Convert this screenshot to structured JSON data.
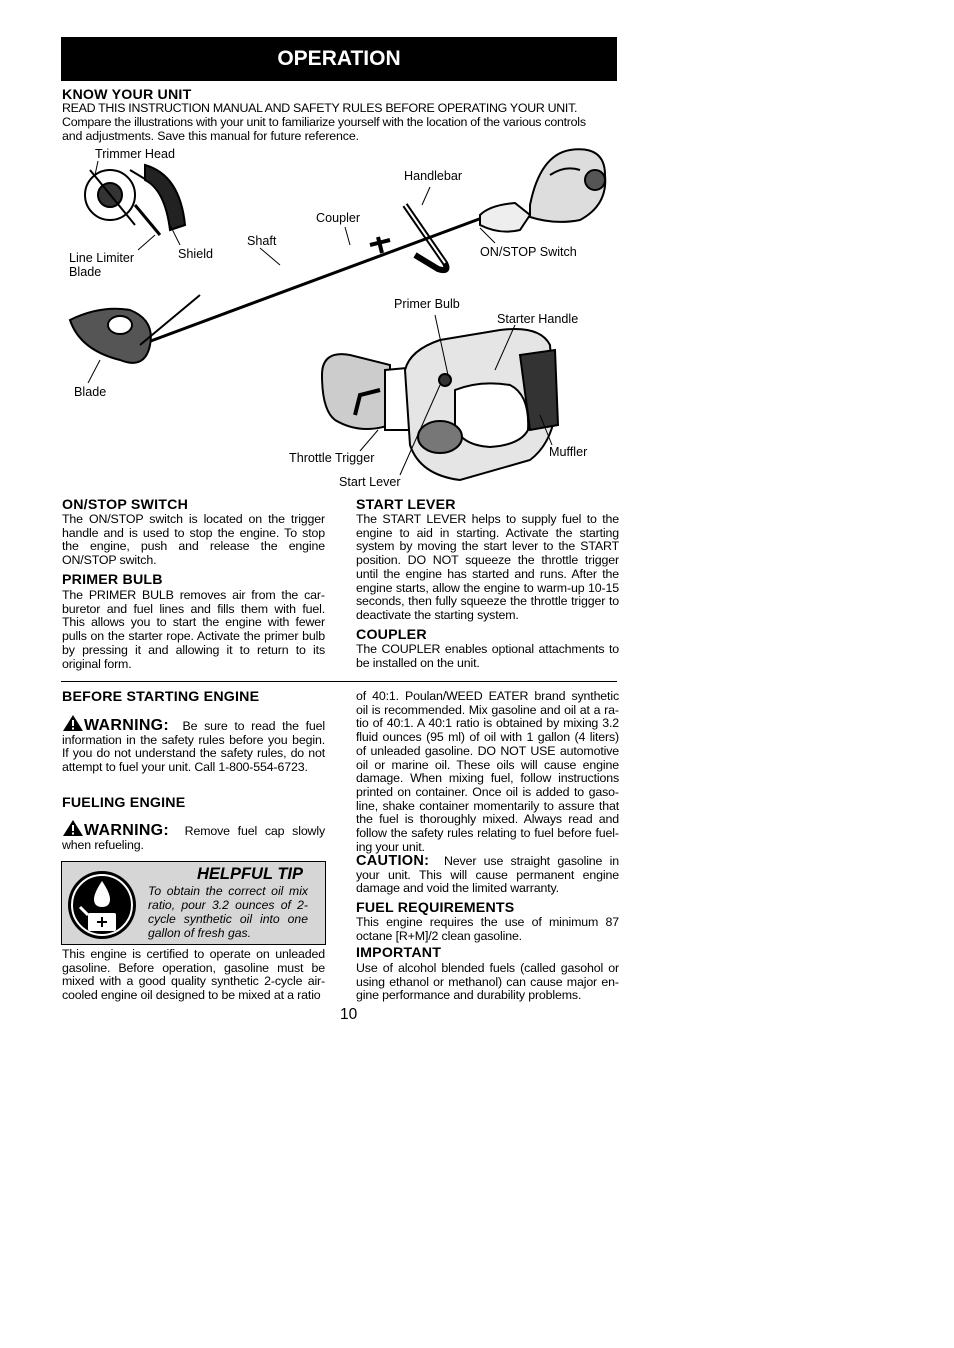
{
  "section_title": "OPERATION",
  "know_your_unit": {
    "heading": "KNOW YOUR UNIT",
    "line1": "READ THIS INSTRUCTION MANUAL AND SAFETY RULES BEFORE OPERATING YOUR UNIT.",
    "line2": "Compare the illustrations with your unit to familiarize yourself with the location of the various controls",
    "line3": "and adjustments. Save this manual for future reference."
  },
  "diagram_labels": {
    "trimmer_head": "Trimmer Head",
    "handlebar": "Handlebar",
    "coupler": "Coupler",
    "shaft": "Shaft",
    "on_stop_switch": "ON/STOP Switch",
    "line_limiter_blade_1": "Line Limiter",
    "line_limiter_blade_2": "Blade",
    "shield": "Shield",
    "primer_bulb": "Primer Bulb",
    "starter_handle": "Starter Handle",
    "blade": "Blade",
    "throttle_trigger": "Throttle Trigger",
    "muffler": "Muffler",
    "start_lever": "Start Lever"
  },
  "on_stop_switch": {
    "heading": "ON/STOP SWITCH",
    "text": "The ON/STOP switch is located on the trigger handle and is used to stop the engine. To stop the engine, push and release the engine ON/STOP switch."
  },
  "primer_bulb": {
    "heading": "PRIMER BULB",
    "text": "The PRIMER BULB removes air from the car­buretor and fuel lines and fills them with fuel. This allows you to start the engine with fewer pulls on the starter rope. Activate the primer bulb by pressing it and allowing it to return to its original form."
  },
  "start_lever": {
    "heading": "START LEVER",
    "text": "The START LEVER helps to supply fuel to the engine to aid in starting. Activate the starting system by moving the start lever to the START position. DO NOT squeeze the throttle trigger until the engine has started and runs. After the engine starts, allow the engine to warm-up 10-15 seconds, then fully squeeze the throttle trigger to deactivate the starting system."
  },
  "coupler": {
    "heading": "COUPLER",
    "text": "The COUPLER enables optional attach­ments to be installed on the unit."
  },
  "before_starting": {
    "heading": "BEFORE STARTING ENGINE",
    "warning_word": "WARNING:",
    "warning_text": "Be sure to read the fuel information in the safety rules before you be­gin. If you do not understand the safety rules, do not attempt to fuel your unit. Call 1-800-554-6723."
  },
  "fueling_engine": {
    "heading": "FUELING ENGINE",
    "warning_word": "WARNING:",
    "warning_text": "Remove fuel cap slowly when refueling."
  },
  "helpful_tip": {
    "title": "HELPFUL TIP",
    "text": "To obtain the correct oil mix ratio, pour 3.2 ounces of 2-cycle synthetic oil into one gallon of fresh gas.",
    "icon": "fuel-can-oil-drop-icon"
  },
  "certified_text": "This engine is certified to operate on unleaded gasoline. Before operation, gasoline must be mixed with a good quality synthetic 2-cycle air-cooled engine oil designed to be mixed at a ratio",
  "right_col_text": "of 40:1. Poulan/WEED EATER brand synthetic oil is recommended. Mix gasoline and oil at a ra­tio of 40:1. A 40:1 ratio is obtained by mixing 3.2 fluid ounces (95 ml) of oil with 1 gallon (4 liters) of unleaded gasoline. DO NOT USE automotive oil or marine oil. These oils will cause engine damage. When mixing fuel, follow instructions printed on container. Once oil is added to gaso­line, shake container momentarily to assure that the fuel is thoroughly mixed. Always read and follow the safety rules relating to fuel before fuel­ing your unit.",
  "caution": {
    "word": "CAUTION:",
    "text": "Never use straight gasoline in your unit. This will cause permanent engine damage and void the limited warranty."
  },
  "fuel_requirements": {
    "heading": "FUEL REQUIREMENTS",
    "text": "This engine requires the use of minimum 87 octane [R+M]/2 clean gasoline."
  },
  "important": {
    "heading": "IMPORTANT",
    "text": "Use of alcohol blended fuels (called gasohol or using ethanol or methanol) can cause major en­gine performance and durability problems."
  },
  "page_number": "10"
}
